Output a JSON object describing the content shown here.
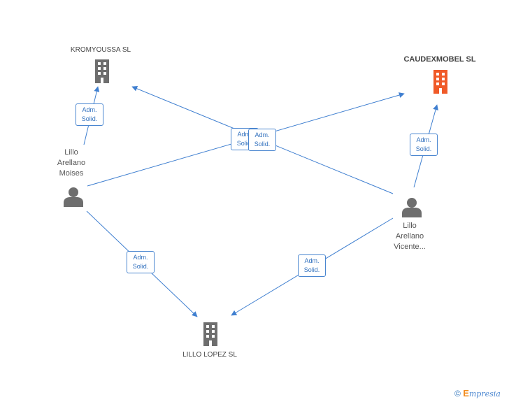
{
  "nodes": {
    "kromyoussa": {
      "label": "KROMYOUSSA SL",
      "type": "company",
      "color": "#6e6e6e"
    },
    "caudexmobel": {
      "label": "CAUDEXMOBEL SL",
      "type": "company",
      "color": "#f05a28"
    },
    "lillo_lopez": {
      "label": "LILLO LOPEZ SL",
      "type": "company",
      "color": "#6e6e6e"
    },
    "moises": {
      "line1": "Lillo",
      "line2": "Arellano",
      "line3": "Moises",
      "type": "person",
      "color": "#6e6e6e"
    },
    "vicente": {
      "line1": "Lillo",
      "line2": "Arellano",
      "line3": "Vicente...",
      "type": "person",
      "color": "#6e6e6e"
    }
  },
  "edges": [
    {
      "from": "moises",
      "to": "kromyoussa",
      "line1": "Adm.",
      "line2": "Solid."
    },
    {
      "from": "moises",
      "to": "caudexmobel",
      "line1": "Adm.",
      "line2": "Solid."
    },
    {
      "from": "vicente",
      "to": "kromyoussa",
      "line1": "Adm.",
      "line2": "Solid."
    },
    {
      "from": "vicente",
      "to": "caudexmobel",
      "line1": "Adm.",
      "line2": "Solid."
    },
    {
      "from": "moises",
      "to": "lillo_lopez",
      "line1": "Adm.",
      "line2": "Solid."
    },
    {
      "from": "vicente",
      "to": "lillo_lopez",
      "line1": "Adm.",
      "line2": "Solid."
    }
  ],
  "colors": {
    "edge": "#3f7fd0",
    "edge_label_border": "#4a86d0",
    "edge_label_text": "#2f6fbd"
  },
  "footer": {
    "copyright": "©",
    "brand_first": "E",
    "brand_rest": "mpresia"
  }
}
